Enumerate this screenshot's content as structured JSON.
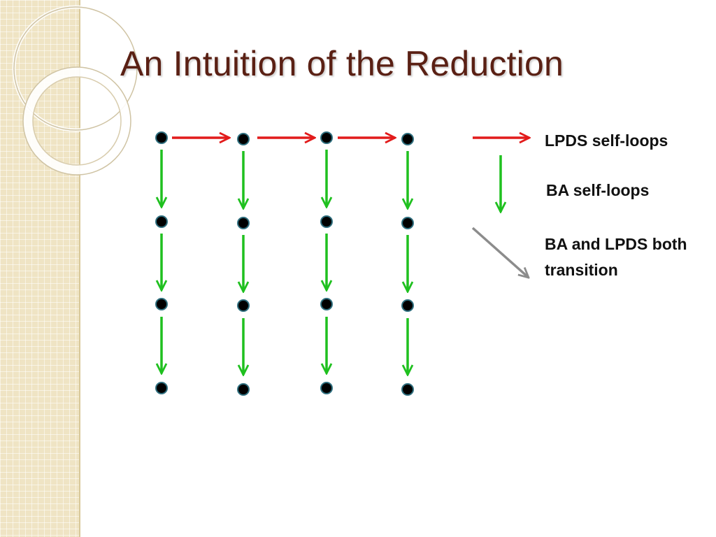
{
  "slide": {
    "title": "An Intuition of the Reduction"
  },
  "legend": {
    "red_label": "LPDS self-loops",
    "green_label": "BA self-loops",
    "gray_label": "BA and LPDS both transition"
  },
  "colors": {
    "title": "#5a2014",
    "red_arrow": "#e21b1b",
    "green_arrow": "#1fc01f",
    "gray_arrow": "#8c8c8c",
    "node_fill": "#000000",
    "node_stroke": "#2f6f7f",
    "side_strip": "#efe4c4"
  },
  "grid": {
    "columns": 4,
    "rows": 4,
    "red_arrows_on_top_row": 3,
    "green_arrows_per_column": 3
  }
}
